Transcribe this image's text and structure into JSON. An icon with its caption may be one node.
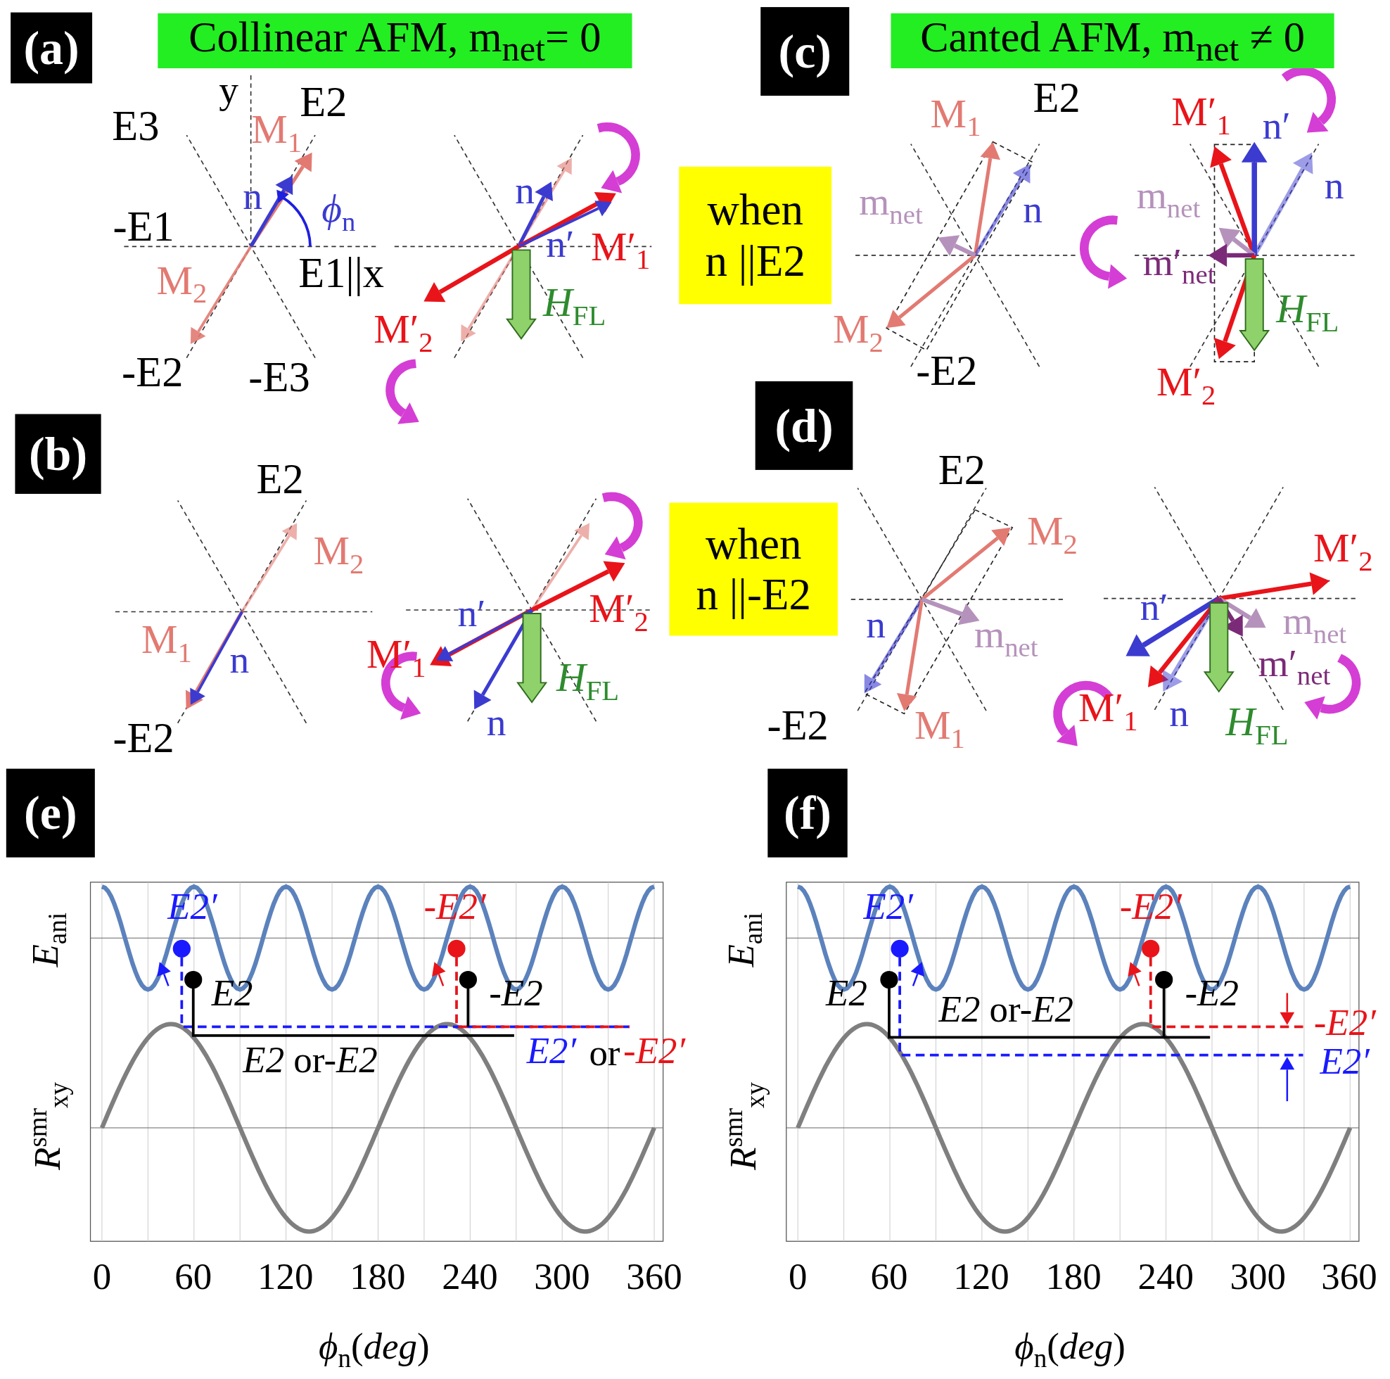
{
  "diagram": {
    "nodes": [
      {
        "text": [
          "(a)"
        ]
      },
      {
        "text": [
          "Collinear AFM, m$_{net}$= 0"
        ]
      },
      {
        "text": [
          "(c)"
        ]
      },
      {
        "text": [
          "Canted AFM, m$_{net}$ ≠ 0"
        ]
      },
      {
        "text": [
          "when n ||E2"
        ]
      },
      {
        "text": [
          "(b)"
        ]
      },
      {
        "text": [
          "(d)"
        ]
      },
      {
        "text": [
          "when n ||-E2"
        ]
      },
      {
        "text": [
          "(e)"
        ]
      },
      {
        "text": [
          "(f)"
        ]
      }
    ],
    "edges": [],
    "labels": [
      "y",
      "E2",
      "E3",
      "M$_{1}$",
      "-E1",
      "n",
      "*ϕ*$_{n}$",
      "M$_{2}$",
      "E1||x",
      "-E2",
      "-E3",
      "n",
      "n′",
      "M′$_{1}$",
      "M′$_{2}$",
      "*H*$_{FL}$",
      "M$_{1}$",
      "E2",
      "m$_{net}$",
      "n",
      "M$_{2}$",
      "-E2",
      "M′$_{1}$",
      "n′",
      "n",
      "m$_{net}$",
      "m′$_{net}$",
      "*H*$_{FL}$",
      "M′$_{2}$",
      "E2",
      "M$_{2}$",
      "M$_{1}$",
      "n",
      "-E2",
      "n′",
      "M′$_{2}$",
      "M′$_{1}$",
      "*H*$_{FL}$",
      "n",
      "E2",
      "M$_{2}$",
      "n",
      "m$_{net}$",
      "-E2",
      "M$_{1}$",
      "M′$_{2}$",
      "n′",
      "m$_{net}$",
      "m′$_{net}$",
      "M′$_{1}$",
      "n",
      "*H*$_{FL}$",
      "*E*$_{ani}$",
      "*E2′*",
      "-*E2′*",
      "*E2*",
      "-*E2*",
      "*E2* or-*E2*",
      "*E2′*",
      "or",
      "-*E2′*",
      "*R*$^{smr}$$_{xy}$",
      "0",
      "60",
      "120",
      "180",
      "240",
      "300",
      "360",
      "*ϕ*$_{n}$(*deg*)",
      "*E*$_{ani}$",
      "*E2′*",
      "-*E2′*",
      "*E2*",
      "*E2* or-*E2*",
      "-*E2*",
      "-*E2′*",
      "*E2′*",
      "*R*$^{smr}$$_{xy}$",
      "0",
      "60",
      "120",
      "180",
      "240",
      "300",
      "360",
      "*ϕ*$_{n}$(*deg*)"
    ]
  }
}
